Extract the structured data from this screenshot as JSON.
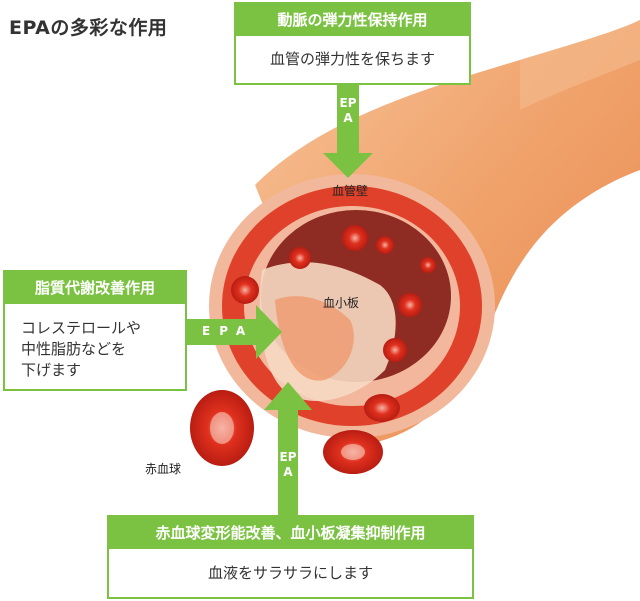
{
  "title": "EPAの多彩な作用",
  "boxes": {
    "top": {
      "heading": "動脈の弾力性保持作用",
      "body": "血管の弾力性を保ちます"
    },
    "left": {
      "heading": "脂質代謝改善作用",
      "body": "コレステロールや\n中性脂肪などを\n下げます"
    },
    "bottom": {
      "heading": "赤血球変形能改善、血小板凝集抑制作用",
      "body": "血液をサラサラにします"
    }
  },
  "arrows": {
    "top": "EPA",
    "left": "EPA",
    "bottom": "EPA"
  },
  "labels": {
    "vessel_wall": "血管壁",
    "platelet": "血小板",
    "red_blood_cell": "赤血球"
  },
  "colors": {
    "accent": "#7cc242",
    "vessel_outer": "#f2a36d",
    "vessel_red": "#e0412a",
    "lumen": "#8e2b22"
  }
}
